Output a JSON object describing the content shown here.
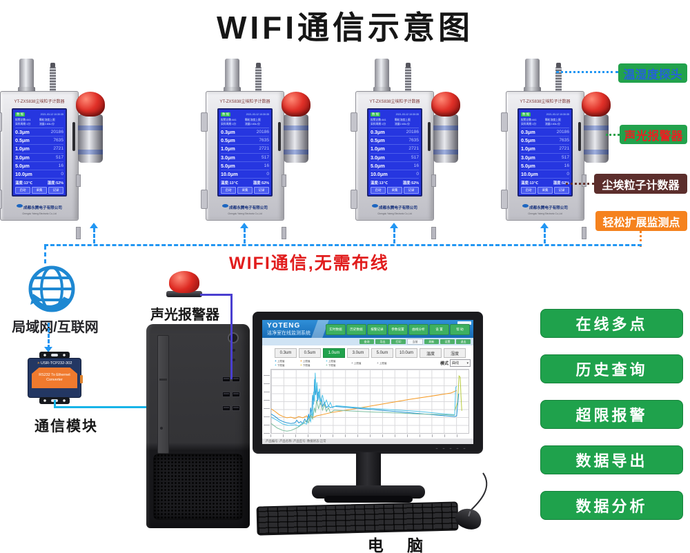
{
  "title": "WIFI通信示意图",
  "wifi_text": "WIFI通信,无需布线",
  "network": {
    "label": "局域网/互联网"
  },
  "module": {
    "label": "通信模块",
    "model": "USR-TCP232-302",
    "desc_line1": "RS232 To Ethernet",
    "desc_line2": "Converter"
  },
  "alarm_label": "声光报警器",
  "computer_label": "电 脑",
  "callouts": [
    {
      "label": "温湿度探头",
      "bg": "#22a24c",
      "fg": "#2563d4"
    },
    {
      "label": "声光报警器",
      "bg": "#22a24c",
      "fg": "#e62222"
    },
    {
      "label": "尘埃粒子计数器",
      "bg": "#5c2e2c",
      "fg": "#ffffff"
    },
    {
      "label": "轻松扩展监测点",
      "bg": "#f5821e",
      "fg": "#ffffff"
    }
  ],
  "features": [
    "在线多点",
    "历史查询",
    "超限报警",
    "数据导出",
    "数据分析"
  ],
  "device": {
    "model_label": "YT-ZXS838尘埃粒子计数器",
    "brand": "成都永腾电子有限公司",
    "brand_en": "Chengdu Yoteng Electronic Co.,Ltd",
    "screen": {
      "header_tag": "数 据",
      "header_time": "2021-03-12 10:30:35",
      "info": [
        [
          "报警总数:441",
          "颗粒浓度上限"
        ],
        [
          "采样周期:1分",
          "流量2.83L/分"
        ]
      ],
      "rows": [
        {
          "size": "0.3μm",
          "value": "20186"
        },
        {
          "size": "0.5μm",
          "value": "7635"
        },
        {
          "size": "1.0μm",
          "value": "2721"
        },
        {
          "size": "3.0μm",
          "value": "517"
        },
        {
          "size": "5.0μm",
          "value": "16"
        },
        {
          "size": "10.0μm",
          "value": "0"
        }
      ],
      "temp": "温度:13℃",
      "hum": "湿度:52%",
      "buttons": [
        "启动",
        "采集",
        "记录"
      ]
    }
  },
  "monitor": {
    "brand": "YOTENG",
    "subtitle": "洁净室在线监测系统",
    "toolbar": [
      "实时数据",
      "历史数据",
      "报警记录",
      "参数设置",
      "曲线分析",
      "设 置",
      "帮 助"
    ],
    "toolbar2": [
      "查询",
      "导出",
      "打印",
      "当前",
      "刷新",
      "设置",
      "退出"
    ],
    "tabs": [
      "0.3um",
      "0.5um",
      "1.0um",
      "3.0um",
      "5.0um",
      "10.0um",
      "温度",
      "湿度"
    ],
    "active_tab": 2,
    "mode_label": "模式",
    "mode_value": "曲线",
    "legend_columns": [
      {
        "rows": [
          {
            "color": "#2196d6",
            "text": "上限值"
          },
          {
            "color": "#4fc3e8",
            "text": "下限值"
          }
        ]
      },
      {
        "rows": [
          {
            "color": "#f59a23",
            "text": "上限值"
          },
          {
            "color": "#e8c63f",
            "text": "下限值"
          }
        ]
      },
      {
        "rows": [
          {
            "color": "#4fc3e8",
            "text": "上限值"
          },
          {
            "color": "#7fbfa0",
            "text": "下限值"
          }
        ]
      },
      {
        "rows": [
          {
            "color": "#9a9aa0",
            "text": "上限值"
          }
        ]
      },
      {
        "rows": [
          {
            "color": "#9a9aa0",
            "text": "上限值"
          }
        ]
      }
    ],
    "status": "产品编号:  产品名称:  产品型号:  数据状态:正常"
  },
  "chart_data": {
    "type": "line",
    "title": "",
    "xlabel": "",
    "ylabel": "",
    "note": "axes unlabeled in source; points are normalized 0-100 (y measured from top)",
    "grid": true,
    "series": [
      {
        "name": "orange",
        "color": "#f59a23",
        "points": [
          [
            0,
            62
          ],
          [
            2,
            66
          ],
          [
            4,
            71
          ],
          [
            6,
            74
          ],
          [
            8,
            76
          ],
          [
            10,
            75
          ],
          [
            12,
            77
          ],
          [
            14,
            74
          ],
          [
            16,
            76
          ],
          [
            18,
            73
          ],
          [
            19,
            78
          ],
          [
            20,
            72
          ],
          [
            21,
            76
          ],
          [
            23,
            73
          ],
          [
            26,
            71
          ],
          [
            30,
            68
          ],
          [
            40,
            63
          ],
          [
            55,
            55
          ],
          [
            70,
            47
          ],
          [
            85,
            40
          ],
          [
            91,
            37
          ],
          [
            94,
            33
          ]
        ]
      },
      {
        "name": "yellow-green",
        "color": "#b8cc3f",
        "points": [
          [
            93,
            65
          ],
          [
            94.5,
            52
          ],
          [
            95.2,
            10
          ],
          [
            95.8,
            12
          ],
          [
            96.2,
            42
          ],
          [
            96.6,
            65
          ]
        ]
      },
      {
        "name": "blue",
        "color": "#2196d6",
        "points": [
          [
            0,
            70
          ],
          [
            2,
            74
          ],
          [
            4,
            79
          ],
          [
            6,
            82
          ],
          [
            8,
            84
          ],
          [
            10,
            85
          ],
          [
            12,
            84
          ],
          [
            13,
            80
          ],
          [
            14,
            84
          ],
          [
            15,
            82
          ],
          [
            16,
            85
          ],
          [
            17,
            78
          ],
          [
            18,
            83
          ],
          [
            19,
            70
          ],
          [
            19.5,
            80
          ],
          [
            20,
            60
          ],
          [
            20.5,
            72
          ],
          [
            21,
            40
          ],
          [
            21.5,
            55
          ],
          [
            22,
            15
          ],
          [
            22.5,
            40
          ],
          [
            23,
            28
          ],
          [
            23.5,
            50
          ],
          [
            24,
            35
          ],
          [
            25,
            55
          ],
          [
            25.5,
            45
          ],
          [
            26,
            58
          ],
          [
            27,
            52
          ],
          [
            28,
            60
          ],
          [
            29,
            57
          ],
          [
            30,
            60
          ],
          [
            32,
            58
          ],
          [
            40,
            60
          ],
          [
            55,
            64
          ],
          [
            70,
            68
          ],
          [
            85,
            72
          ],
          [
            93,
            74
          ],
          [
            94,
            73
          ],
          [
            95,
            38
          ]
        ]
      },
      {
        "name": "cyan",
        "color": "#4fc3e8",
        "points": [
          [
            0,
            75
          ],
          [
            3,
            80
          ],
          [
            6,
            86
          ],
          [
            9,
            88
          ],
          [
            12,
            87
          ],
          [
            14,
            89
          ],
          [
            16,
            84
          ],
          [
            18,
            86
          ],
          [
            19,
            75
          ],
          [
            20,
            82
          ],
          [
            20.5,
            65
          ],
          [
            21,
            75
          ],
          [
            21.5,
            35
          ],
          [
            22,
            50
          ],
          [
            22.3,
            5
          ],
          [
            22.8,
            35
          ],
          [
            23.2,
            20
          ],
          [
            23.8,
            48
          ],
          [
            24.5,
            30
          ],
          [
            25,
            52
          ],
          [
            26,
            40
          ],
          [
            27,
            55
          ],
          [
            28,
            48
          ],
          [
            29,
            58
          ],
          [
            30,
            52
          ],
          [
            31,
            60
          ],
          [
            33,
            57
          ],
          [
            45,
            60
          ],
          [
            60,
            63
          ],
          [
            75,
            66
          ],
          [
            88,
            70
          ],
          [
            93,
            71
          ],
          [
            93.5,
            28
          ],
          [
            94,
            26
          ]
        ]
      },
      {
        "name": "teal",
        "color": "#7fbfa0",
        "points": [
          [
            0,
            85
          ],
          [
            3,
            92
          ],
          [
            6,
            96
          ],
          [
            8,
            97
          ],
          [
            10,
            96
          ],
          [
            13,
            92
          ],
          [
            16,
            86
          ],
          [
            18,
            80
          ],
          [
            19,
            84
          ],
          [
            20,
            72
          ],
          [
            21,
            78
          ],
          [
            22,
            60
          ],
          [
            22.5,
            68
          ],
          [
            23,
            48
          ],
          [
            24,
            62
          ],
          [
            25,
            50
          ],
          [
            26,
            64
          ],
          [
            27,
            55
          ],
          [
            28,
            66
          ],
          [
            29,
            60
          ],
          [
            30,
            68
          ],
          [
            32,
            64
          ],
          [
            45,
            66
          ],
          [
            60,
            68
          ],
          [
            75,
            70
          ],
          [
            88,
            71
          ],
          [
            93,
            72
          ]
        ]
      }
    ]
  }
}
